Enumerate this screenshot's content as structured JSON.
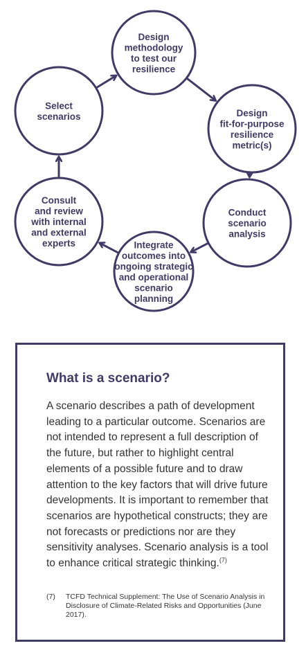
{
  "diagram": {
    "nodes": [
      {
        "id": "design-methodology",
        "lines": [
          "Design",
          "methodology",
          "to test our",
          "resilience"
        ]
      },
      {
        "id": "design-metric",
        "lines": [
          "Design",
          "fit-for-purpose",
          "resilience",
          "metric(s)"
        ]
      },
      {
        "id": "conduct-analysis",
        "lines": [
          "Conduct",
          "scenario",
          "analysis"
        ]
      },
      {
        "id": "integrate-outcomes",
        "lines": [
          "Integrate",
          "outcomes into",
          "ongoing strategic",
          "and operational",
          "scenario",
          "planning"
        ]
      },
      {
        "id": "consult-review",
        "lines": [
          "Consult",
          "and review",
          "with internal",
          "and external",
          "experts"
        ]
      },
      {
        "id": "select-scenarios",
        "lines": [
          "Select",
          "scenarios"
        ]
      }
    ],
    "colors": {
      "stroke": "#3f3a66",
      "fill": "#ffffff",
      "text": "#3f3a66"
    }
  },
  "infobox": {
    "title": "What is a scenario?",
    "body": "A scenario describes a path of development leading to a particular outcome. Scenarios are not intended to represent a full description of the future, but rather to highlight central elements of a possible future and to draw attention to the key factors that will drive future developments. It is important to remember that scenarios are hypothetical constructs; they are not forecasts or predictions nor are they sensitivity analyses. Scenario analysis is a tool to enhance critical strategic thinking.",
    "body_ref": "(7)",
    "footnote_number": "(7)",
    "footnote_text": "TCFD Technical Supplement: The Use of Scenario Analysis in Disclosure of Climate-Related Risks and Opportunities (June 2017).",
    "border_color": "#3f3a66"
  }
}
